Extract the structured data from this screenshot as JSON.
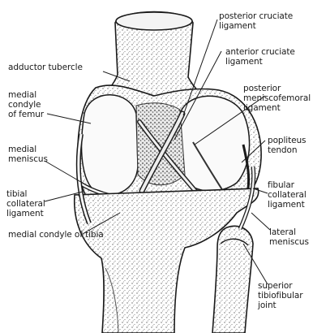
{
  "figure": {
    "labels": {
      "adductor_tubercle": "adductor tubercle",
      "medial_condyle_femur": "medial\ncondyle\nof femur",
      "medial_meniscus": "medial\nmeniscus",
      "tibial_collateral": "tibial\ncollateral\nligament",
      "medial_condyle_tibia": "medial condyle of tibia",
      "posterior_cruciate": "posterior cruciate\nligament",
      "anterior_cruciate": "anterior cruciate\nligament",
      "posterior_meniscofemoral": "posterior\nmeniscofemoral\nligament",
      "popliteus_tendon": "popliteus\ntendon",
      "fibular_collateral": "fibular\ncollateral\nligament",
      "lateral_meniscus": "lateral\nmeniscus",
      "superior_tibiofibular": "superior\ntibiofibular\njoint"
    }
  },
  "colors": {
    "ink": "#1a1a1a",
    "stipple": "#555555",
    "background": "#ffffff"
  }
}
